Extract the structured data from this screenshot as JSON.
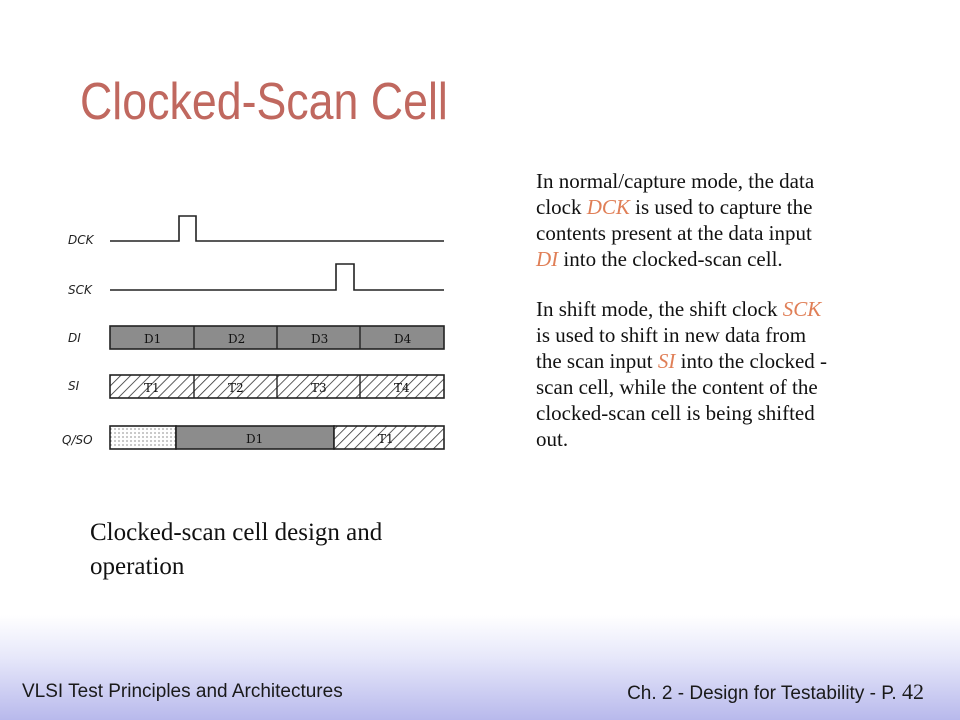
{
  "slide": {
    "title": "Clocked-Scan Cell",
    "paragraph1": {
      "t1": "In normal/capture mode, the data clock ",
      "k1": "DCK",
      "t2": " is used to capture the contents present at the data input ",
      "k2": "DI",
      "t3": " into the clocked-scan cell."
    },
    "paragraph2": {
      "t1": "In shift mode, the shift clock ",
      "k1": "SCK",
      "t2": " is used to shift in new data from the scan input ",
      "k2": "SI",
      "t3": "  into the clocked - scan cell, while the content of the clocked-scan cell is being shifted out."
    },
    "caption": "Clocked-scan cell design and operation",
    "accent_color": "#c0685f",
    "highlight_color": "#e07f57"
  },
  "diagram": {
    "signals": [
      "DCK",
      "SCK",
      "DI",
      "SI",
      "Q/SO"
    ],
    "di_segments": [
      "D1",
      "D2",
      "D3",
      "D4"
    ],
    "si_segments": [
      "T1",
      "T2",
      "T3",
      "T4"
    ],
    "qso_segments": [
      "",
      "D1",
      "T1"
    ]
  },
  "footer": {
    "left": "VLSI Test Principles and Architectures",
    "right": "Ch. 2 - Design for Testability - P.",
    "page": "42"
  }
}
